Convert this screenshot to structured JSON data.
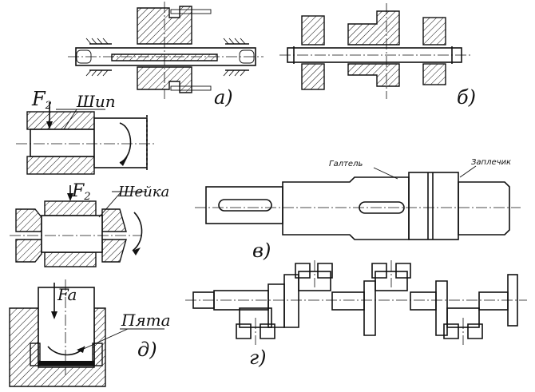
{
  "labels": {
    "a": "а)",
    "b": "б)",
    "v": "в)",
    "g": "г)",
    "d": "д)",
    "ship": "Шип",
    "sheika": "Шейка",
    "pyata": "Пята",
    "f2_top": "F",
    "f2_top_sub": "2",
    "f2_mid": "F",
    "f2_mid_sub": "2",
    "fa": "Fa",
    "galtel": "Галтель",
    "zaplechik": "Заплечик"
  }
}
